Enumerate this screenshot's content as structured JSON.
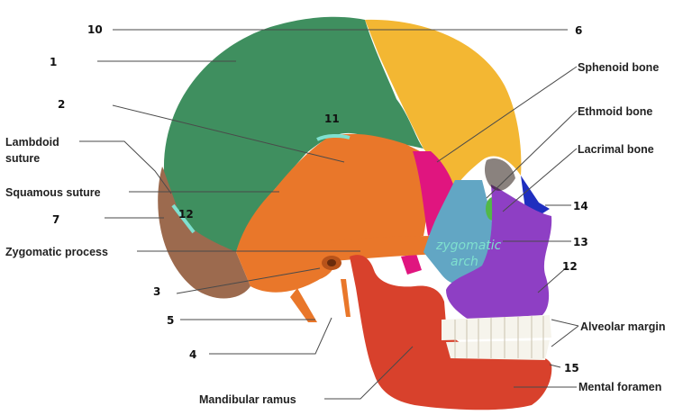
{
  "labels": {
    "lambdoid": [
      "Lambdoid",
      "suture"
    ],
    "squamous": "Squamous suture",
    "zygomatic_process": "Zygomatic process",
    "sphenoid": "Sphenoid bone",
    "ethmoid": "Ethmoid bone",
    "lacrimal": "Lacrimal bone",
    "alveolar": "Alveolar margin",
    "mental": "Mental foramen",
    "mandibular": "Mandibular ramus"
  },
  "numbers": {
    "n10": "10",
    "n6": "6",
    "n1": "1",
    "n2": "2",
    "n11": "11",
    "n12a": "12",
    "n7": "7",
    "n3": "3",
    "n5": "5",
    "n4": "4",
    "n14": "14",
    "n13": "13",
    "n12b": "12",
    "n15": "15"
  },
  "handwriting": {
    "zygomatic_arch": [
      "zygomatic",
      "arch"
    ]
  },
  "colors": {
    "frontal": "#f3b733",
    "parietal": "#3f8f5f",
    "temporal": "#e9772a",
    "occipital": "#9c6a4e",
    "sphenoid": "#e0157f",
    "zygomatic": "#62a6c4",
    "maxilla": "#8e3fc4",
    "mandible": "#d8412c",
    "nasal": "#1f2fbf",
    "ethmoid": "#52b848",
    "teeth": "#f6f4ec"
  }
}
